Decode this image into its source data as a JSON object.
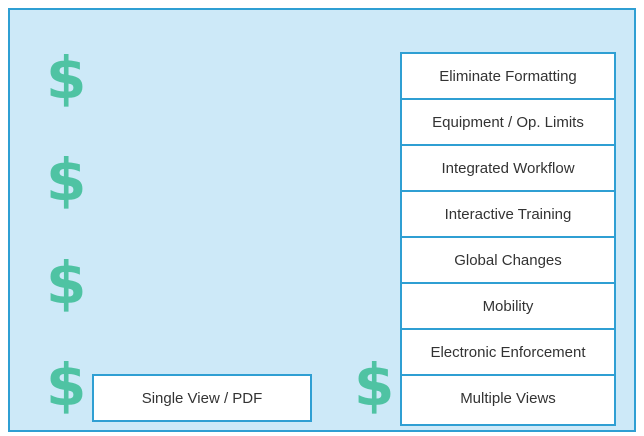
{
  "colors": {
    "background": "#cde9f8",
    "border": "#2f9fd3",
    "dollar": "#4fc3a3",
    "box_fill": "#ffffff",
    "text": "#333333"
  },
  "left_column": {
    "dollar_symbols": [
      "$",
      "$",
      "$",
      "$"
    ],
    "box_label": "Single View / PDF"
  },
  "right_column": {
    "dollar_symbol": "$",
    "items": [
      "Eliminate Formatting",
      "Equipment / Op. Limits",
      "Integrated Workflow",
      "Interactive Training",
      "Global Changes",
      "Mobility",
      "Electronic Enforcement",
      "Multiple Views"
    ]
  }
}
